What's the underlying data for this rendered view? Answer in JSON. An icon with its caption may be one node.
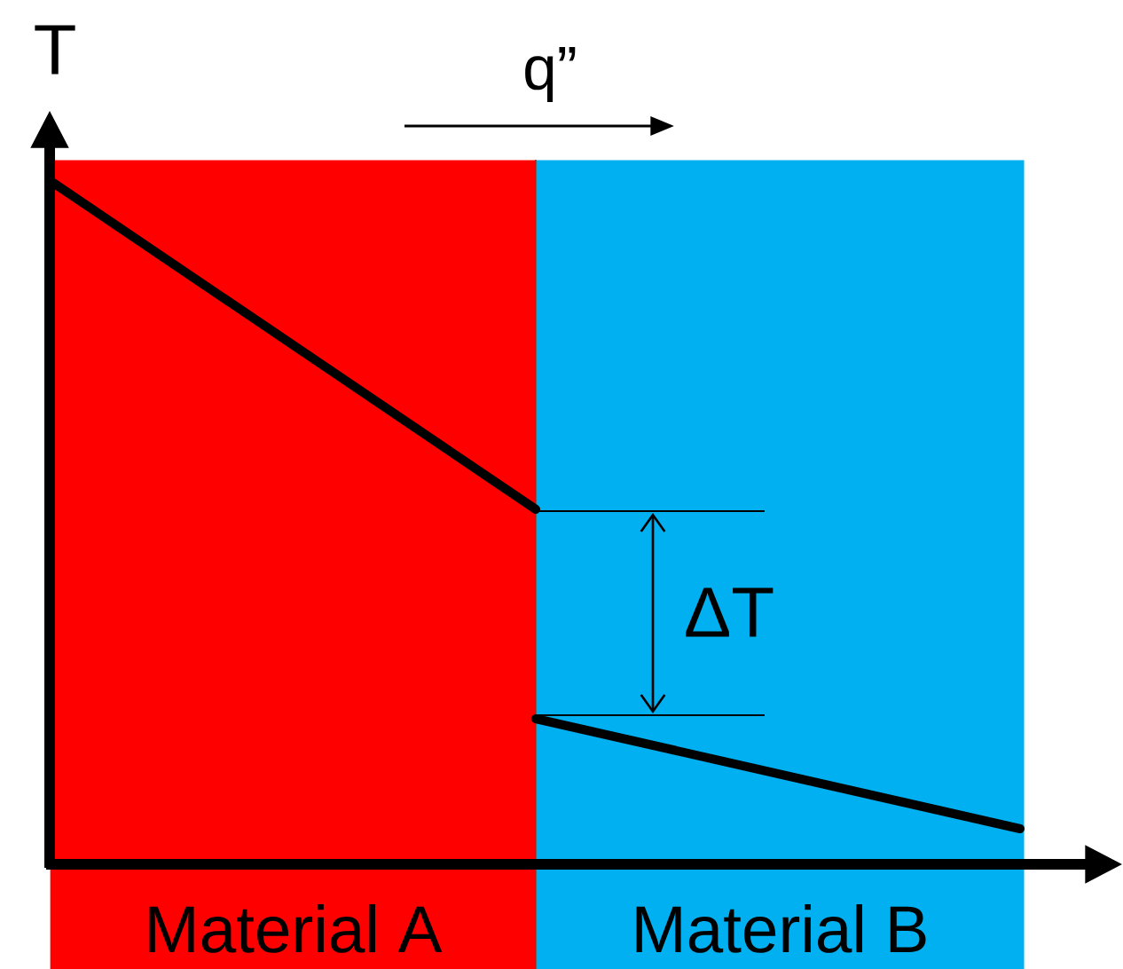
{
  "diagram": {
    "nodes": [
      {
        "text": [
          "Material A"
        ]
      },
      {
        "text": [
          "Material B"
        ]
      }
    ],
    "labels": [
      "T",
      "q”",
      "ΔT"
    ]
  }
}
